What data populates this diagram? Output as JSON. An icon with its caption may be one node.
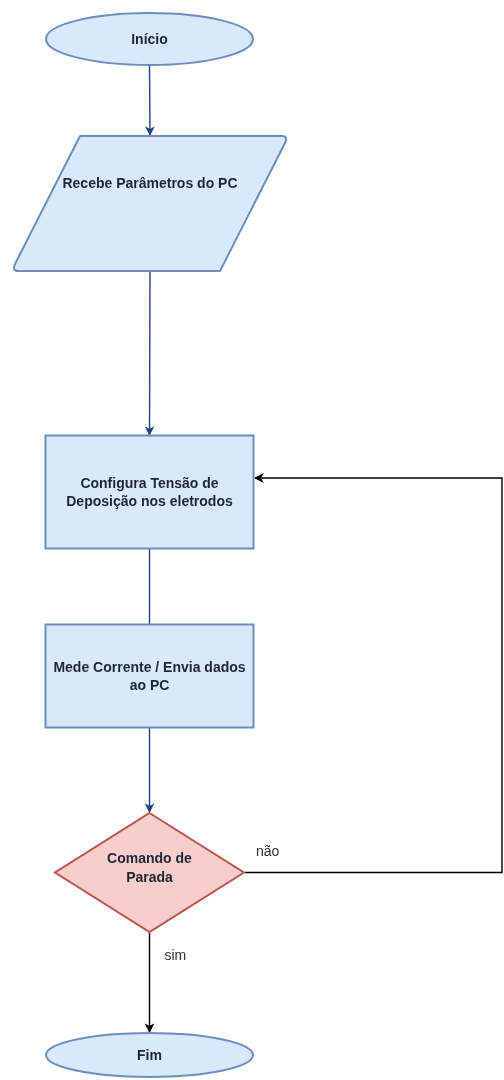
{
  "diagram": {
    "nodes": [
      {
        "text": [
          "Início"
        ]
      },
      {
        "text": [
          "Recebe Parâmetros do PC"
        ]
      },
      {
        "text": [
          "Configura Tensão de Deposição nos eletrodos"
        ]
      },
      {
        "text": [
          "Mede Corrente / Envia dados ao PC"
        ]
      },
      {
        "text": [
          "Comando de Parada"
        ]
      },
      {
        "text": [
          "Fim"
        ]
      }
    ],
    "edges": [
      {
        "from": 0,
        "to": 1,
        "arrow": "to"
      },
      {
        "from": 1,
        "to": 2,
        "arrow": "to"
      },
      {
        "from": 2,
        "to": 3,
        "arrow": "none"
      },
      {
        "from": 3,
        "to": 4,
        "arrow": "to"
      },
      {
        "from": 4,
        "to": 5,
        "arrow": "to",
        "label": "sim",
        "color": "#000000"
      },
      {
        "from": 4,
        "to": 2,
        "arrow": "to",
        "label": "não",
        "color": "#000000"
      }
    ]
  }
}
